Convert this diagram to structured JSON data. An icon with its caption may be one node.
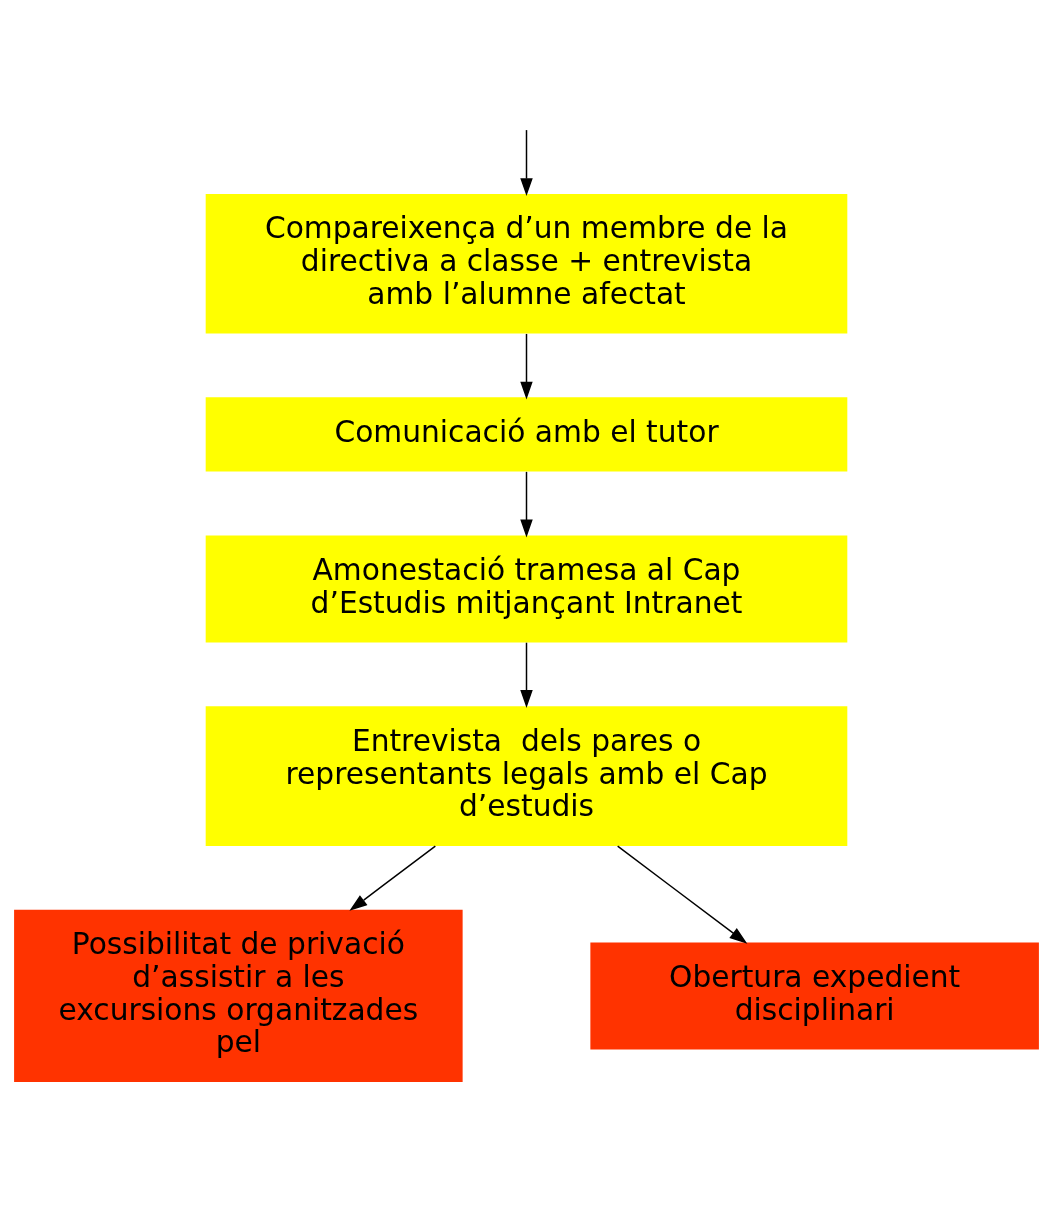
{
  "diagram": {
    "nodes": [
      {
        "text": [
          "Compareixença d’un membre de la directiva a classe + entrevista amb l’alumne afectat"
        ]
      },
      {
        "text": [
          "Comunicació amb el tutor"
        ]
      },
      {
        "text": [
          "Amonestació tramesa al Cap d’Estudis mitjançant Intranet"
        ]
      },
      {
        "text": [
          "Entrevista  dels pares o representants legals amb el Cap d’estudis"
        ]
      },
      {
        "text": [
          "Possibilitat de privació d’assistir a les excursions organitzades pel"
        ]
      },
      {
        "text": [
          "Obertura expedient disciplinari"
        ]
      }
    ],
    "edges": [
      {
        "from": null,
        "to": 0,
        "arrow": "to"
      },
      {
        "from": 0,
        "to": 1,
        "arrow": "to"
      },
      {
        "from": 1,
        "to": 2,
        "arrow": "to"
      },
      {
        "from": 2,
        "to": 3,
        "arrow": "to"
      },
      {
        "from": 3,
        "to": 4,
        "arrow": "to"
      },
      {
        "from": 3,
        "to": 5,
        "arrow": "to"
      }
    ]
  }
}
